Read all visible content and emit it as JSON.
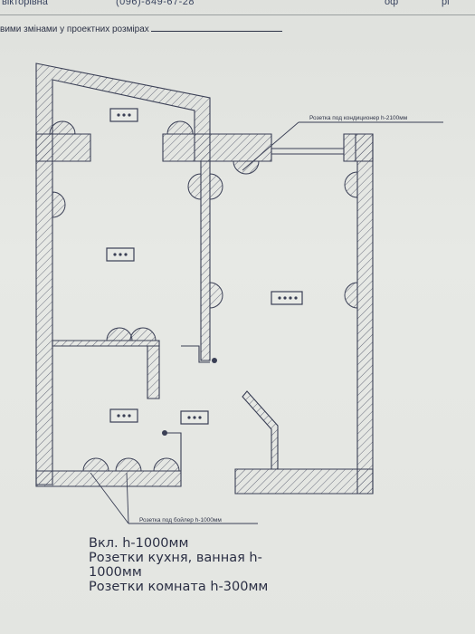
{
  "header": {
    "name_fragment": "вікторівна",
    "phone": "(096)-849-67-28",
    "code_fragment": "оф",
    "code_fragment_2": "рі"
  },
  "note": {
    "text": "вими змінами у проектних розмірах"
  },
  "plan": {
    "annotation_ac": "Розетка под кондиционер h-2100мм",
    "annotation_boiler": "Розетка под бойлер h-1000мм"
  },
  "legend": {
    "line1": "Вкл. h-1000мм",
    "line2": "Розетки кухня, ванная h-",
    "line3": "1000мм",
    "line4": "Розетки комната h-300мм"
  },
  "colors": {
    "ink": "#3a3f55",
    "paper": "#e4e6e2",
    "hatch": "#4a4f63"
  }
}
